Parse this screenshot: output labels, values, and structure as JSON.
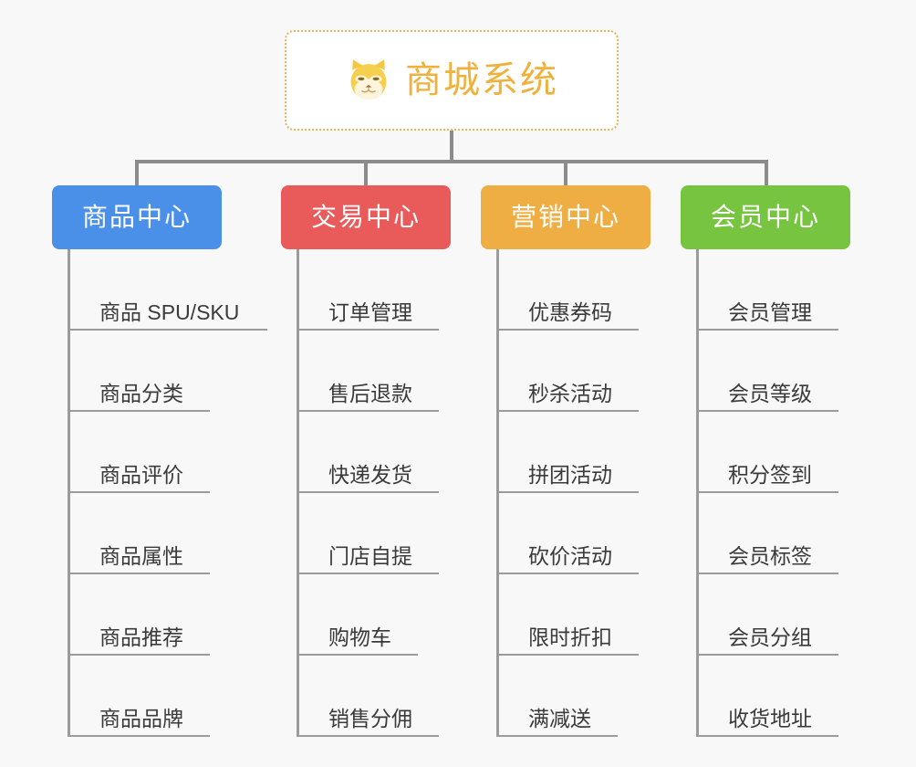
{
  "background_color": "#f8f8f8",
  "root": {
    "title": "商城系统",
    "icon": "shiba-dog-icon",
    "text_color": "#f0b03c",
    "border_color": "#e9b45c"
  },
  "connector_color": "#8c8c8c",
  "columns": [
    {
      "id": "product-center",
      "label": "商品中心",
      "color": "#4a90e8",
      "items": [
        "商品 SPU/SKU",
        "商品分类",
        "商品评价",
        "商品属性",
        "商品推荐",
        "商品品牌"
      ]
    },
    {
      "id": "trade-center",
      "label": "交易中心",
      "color": "#e95b5b",
      "items": [
        "订单管理",
        "售后退款",
        "快递发货",
        "门店自提",
        "购物车",
        "销售分佣"
      ]
    },
    {
      "id": "marketing-center",
      "label": "营销中心",
      "color": "#eeae44",
      "items": [
        "优惠券码",
        "秒杀活动",
        "拼团活动",
        "砍价活动",
        "限时折扣",
        "满减送"
      ]
    },
    {
      "id": "member-center",
      "label": "会员中心",
      "color": "#76c43f",
      "items": [
        "会员管理",
        "会员等级",
        "积分签到",
        "会员标签",
        "会员分组",
        "收货地址"
      ]
    }
  ]
}
